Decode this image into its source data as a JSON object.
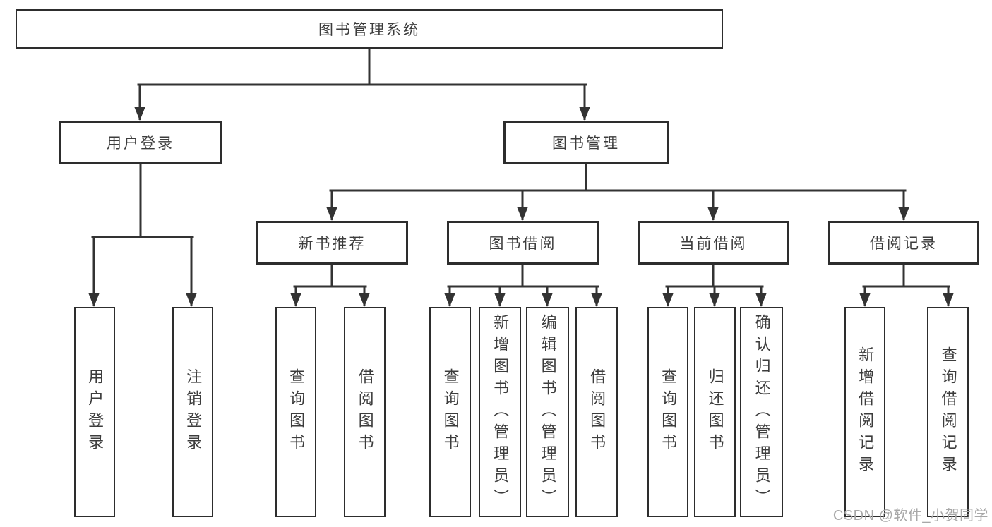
{
  "diagram_type": "hierarchy-tree",
  "tree": {
    "label": "图书管理系统",
    "children": [
      {
        "label": "用户登录",
        "children": [
          {
            "label": "用户登录"
          },
          {
            "label": "注销登录"
          }
        ]
      },
      {
        "label": "图书管理",
        "children": [
          {
            "label": "新书推荐",
            "children": [
              {
                "label": "查询图书"
              },
              {
                "label": "借阅图书"
              }
            ]
          },
          {
            "label": "图书借阅",
            "children": [
              {
                "label": "查询图书"
              },
              {
                "label": "新增图书（管理员）"
              },
              {
                "label": "编辑图书（管理员）"
              },
              {
                "label": "借阅图书"
              }
            ]
          },
          {
            "label": "当前借阅",
            "children": [
              {
                "label": "查询图书"
              },
              {
                "label": "归还图书"
              },
              {
                "label": "确认归还（管理员）"
              }
            ]
          },
          {
            "label": "借阅记录",
            "children": [
              {
                "label": "新增借阅记录"
              },
              {
                "label": "查询借阅记录"
              }
            ]
          }
        ]
      }
    ]
  },
  "watermark": {
    "text": "CSDN @软件_小贺同学"
  },
  "colors": {
    "line": "#333333",
    "box_border": "#2d2d2d",
    "text": "#3c3c3c",
    "background": "#ffffff",
    "watermark": "#a8a8a8"
  }
}
